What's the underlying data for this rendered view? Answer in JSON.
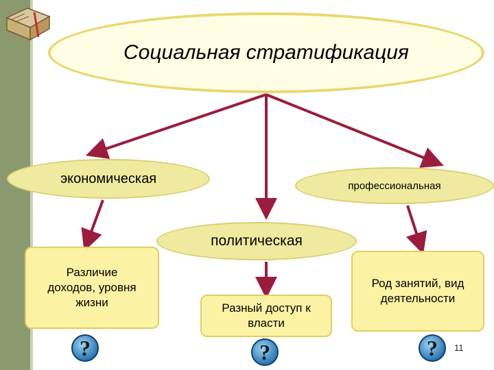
{
  "title": "Социальная стратификация",
  "categories": {
    "economic": "экономическая",
    "professional": "профессиональная",
    "political": "политическая"
  },
  "details": {
    "economic": "Различие доходов, уровня жизни",
    "political": "Разный доступ к власти",
    "professional": "Род занятий, вид деятельности"
  },
  "question_mark": "?",
  "slide_number": "11",
  "colors": {
    "arrow": "#9b1c3c",
    "sidebar": "#8a9a6e",
    "ellipse_fill": "#efeaa0",
    "box_fill": "#fbf2a4"
  }
}
